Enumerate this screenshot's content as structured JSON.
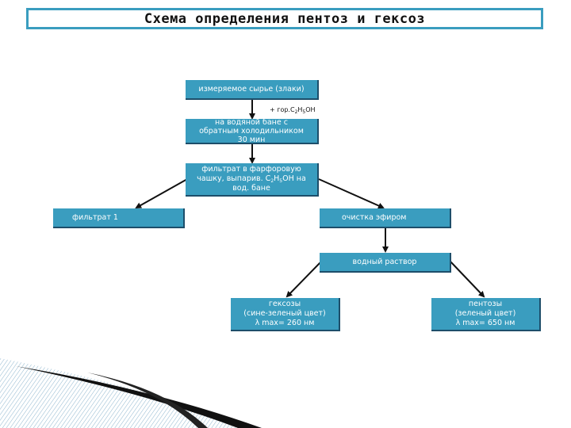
{
  "title": "Схема определения пентоз и гексоз",
  "nodes": {
    "raw": "измеряемое сырье (злаки)",
    "reflux": [
      "на водяной бане с",
      "обратным холодильником",
      "30 мин"
    ],
    "filtrate_main": {
      "line1": "фильтрат  в фарфоровую",
      "line2_pre": "чашку, выпарив. С",
      "line2_sub1": "2",
      "line2_mid": "Н",
      "line2_sub2": "5",
      "line2_post": "ОН на",
      "line3": "вод. бане"
    },
    "filtrate1": "фильтрат 1",
    "ether": "очистка эфиром",
    "aqueous": "водный раствор",
    "hexoses": [
      "гексозы",
      "(сине-зеленый цвет)",
      "λ max= 260 нм"
    ],
    "pentoses": [
      "пентозы",
      "(зеленый цвет)",
      "λ max= 650 нм"
    ]
  },
  "annotation": {
    "pre": "+ гор.С",
    "sub1": "2",
    "mid": "Н",
    "sub2": "5",
    "post": "ОН"
  },
  "colors": {
    "node_fill": "#3a9dbf",
    "node_shadow": "#1d4e6a",
    "title_border": "#3a9dbf",
    "arrow": "#111111"
  }
}
